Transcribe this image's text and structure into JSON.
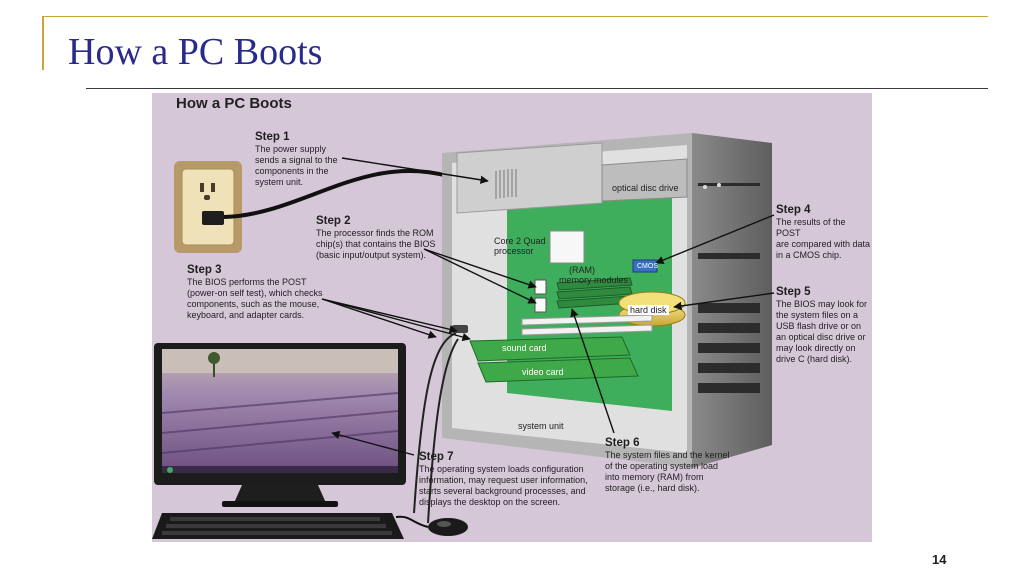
{
  "slide": {
    "title": "How a PC Boots",
    "page_number": "14"
  },
  "figure": {
    "title": "How a PC Boots",
    "labels": {
      "optical_drive": "optical disc drive",
      "processor": [
        "Core 2 Quad",
        "processor"
      ],
      "ram": [
        "(RAM)",
        "memory modules"
      ],
      "cmos": "CMOS",
      "hard_disk": "hard disk",
      "sound_card": "sound card",
      "video_card": "video card",
      "system_unit": "system unit"
    },
    "steps": [
      {
        "title": "Step 1",
        "lines": [
          "The power supply",
          "sends a signal to the",
          "components in the",
          "system unit."
        ]
      },
      {
        "title": "Step 2",
        "lines": [
          "The processor finds the ROM",
          "chip(s) that contains the BIOS",
          "(basic input/output system)."
        ]
      },
      {
        "title": "Step 3",
        "lines": [
          "The BIOS performs the POST",
          "(power-on self test), which checks",
          "components, such as the mouse,",
          "keyboard, and adapter cards."
        ]
      },
      {
        "title": "Step 4",
        "lines": [
          "The results of the POST",
          "are compared with data",
          "in a CMOS chip."
        ]
      },
      {
        "title": "Step 5",
        "lines": [
          "The BIOS may look for",
          "the system files on a",
          "USB flash drive or on",
          "an optical disc drive or",
          "may look directly on",
          "drive C (hard disk)."
        ]
      },
      {
        "title": "Step 6",
        "lines": [
          "The system files and the kernel",
          "of the operating system load",
          "into memory (RAM) from",
          "storage (i.e., hard disk)."
        ]
      },
      {
        "title": "Step 7",
        "lines": [
          "The operating system loads configuration",
          "information, may request user information,",
          "starts several background processes, and",
          "displays the desktop on the screen."
        ]
      }
    ]
  },
  "colors": {
    "title": "#2a2a8c",
    "accent": "#c9a43b",
    "figure_bg": "#d6c7d8",
    "board": "#3fae5c"
  },
  "icons": [
    "power-outlet-icon",
    "monitor-icon",
    "keyboard-icon",
    "mouse-icon"
  ]
}
